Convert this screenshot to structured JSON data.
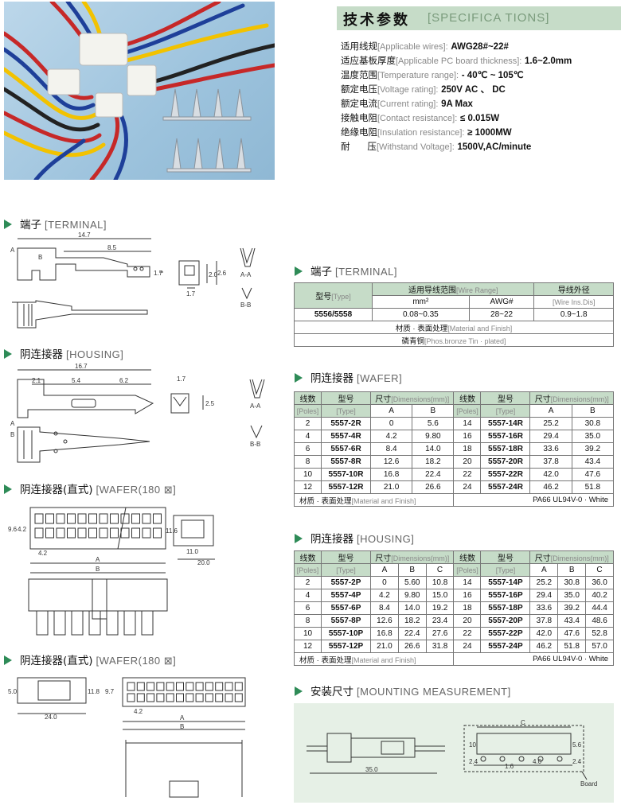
{
  "spec": {
    "title_cn": "技术参数",
    "title_en": "[SPECIFICA   TIONS]",
    "rows": [
      {
        "cn": "适用线规",
        "en": "[Applicable wires]:",
        "value": "AWG28#~22#"
      },
      {
        "cn": "适应基板厚度",
        "en": "[Applicable PC board thickness]:",
        "value": "1.6~2.0mm"
      },
      {
        "cn": "温度范围",
        "en": "[Temperature range]:",
        "value": "- 40℃ ~ 105℃"
      },
      {
        "cn": "额定电压",
        "en": "[Voltage rating]:",
        "value": "250V  AC 、 DC"
      },
      {
        "cn": "额定电流",
        "en": "[Current rating]:",
        "value": "9A Max"
      },
      {
        "cn": "接触电阻",
        "en": "[Contact resistance]:",
        "value": "≤ 0.015W"
      },
      {
        "cn": "绝缘电阻",
        "en": "[Insulation resistance]:",
        "value": "≥ 1000MW"
      },
      {
        "cn": "耐      压",
        "en": "[Withstand Voltage]:",
        "value": "1500V,AC/minute"
      }
    ]
  },
  "left_sections": {
    "terminal": {
      "cn": "端子",
      "en": "[TERMINAL]"
    },
    "housing": {
      "cn": "阴连接器",
      "en": "[HOUSING]"
    },
    "wafer_straight_1": {
      "cn": "阴连接器(直式)",
      "en": "[WAFER(180 ⊠]"
    },
    "wafer_straight_2": {
      "cn": "阴连接器(直式)",
      "en": "[WAFER(180 ⊠]"
    }
  },
  "drawing_labels": {
    "terminal": {
      "d147": "14.7",
      "d85": "8.5",
      "d17a": "1.7",
      "d20": "2.0",
      "d26": "2.6",
      "d17b": "1.7",
      "a": "A",
      "b": "B",
      "aa": "A-A",
      "bb": "B-B"
    },
    "housing": {
      "d167": "16.7",
      "d21": "2.1",
      "d54": "5.4",
      "d62": "6.2",
      "d17": "1.7",
      "d25": "2.5",
      "aa": "A-A",
      "bb": "B-B",
      "a": "A",
      "b": "B"
    },
    "wafer1": {
      "d96": "9.6",
      "d42v": "4.2",
      "d42h": "4.2",
      "d116": "11.6",
      "d110": "11.0",
      "d200": "20.0",
      "a": "A",
      "b": "B"
    },
    "wafer2": {
      "d50": "5.0",
      "d118": "11.8",
      "d97": "9.7",
      "d42": "4.2",
      "d240": "24.0",
      "a": "A",
      "b": "B"
    },
    "mounting": {
      "c": "C",
      "d10": "10",
      "d56": "5.6",
      "d24a": "2.4",
      "d16": "1.6",
      "d40": "4.0",
      "d24b": "2.4",
      "d350": "35.0",
      "board": "Board"
    }
  },
  "terminal_table": {
    "heading_cn": "端子",
    "heading_en": "[TERMINAL]",
    "type_cn": "型号",
    "type_en": "[Type]",
    "wire_range_cn": "适用导线范围",
    "wire_range_en": "[Wire Range]",
    "mm2": "mm²",
    "awg": "AWG#",
    "ins_cn": "导线外径",
    "ins_en": "[Wire Ins.Dis]",
    "row": {
      "type": "5556/5558",
      "mm2": "0.08~0.35",
      "awg": "28~22",
      "ins": "0.9~1.8"
    },
    "material_cn": "材质 · 表面处理",
    "material_en": "[Material and Finish]",
    "material_val_cn": "磷青铜",
    "material_val_en": "[Phos.bronze Tin · plated]"
  },
  "wafer_table": {
    "heading_cn": "阴连接器",
    "heading_en": "[WAFER]",
    "poles_cn": "线数",
    "poles_en": "[Poles]",
    "type_cn": "型号",
    "type_en": "[Type]",
    "dim_cn": "尺寸",
    "dim_en": "[Dimensions(mm)]",
    "col_a": "A",
    "col_b": "B",
    "rows": [
      {
        "p1": "2",
        "t1": "5557-2R",
        "a1": "0",
        "b1": "5.6",
        "p2": "14",
        "t2": "5557-14R",
        "a2": "25.2",
        "b2": "30.8"
      },
      {
        "p1": "4",
        "t1": "5557-4R",
        "a1": "4.2",
        "b1": "9.80",
        "p2": "16",
        "t2": "5557-16R",
        "a2": "29.4",
        "b2": "35.0"
      },
      {
        "p1": "6",
        "t1": "5557-6R",
        "a1": "8.4",
        "b1": "14.0",
        "p2": "18",
        "t2": "5557-18R",
        "a2": "33.6",
        "b2": "39.2"
      },
      {
        "p1": "8",
        "t1": "5557-8R",
        "a1": "12.6",
        "b1": "18.2",
        "p2": "20",
        "t2": "5557-20R",
        "a2": "37.8",
        "b2": "43.4"
      },
      {
        "p1": "10",
        "t1": "5557-10R",
        "a1": "16.8",
        "b1": "22.4",
        "p2": "22",
        "t2": "5557-22R",
        "a2": "42.0",
        "b2": "47.6"
      },
      {
        "p1": "12",
        "t1": "5557-12R",
        "a1": "21.0",
        "b1": "26.6",
        "p2": "24",
        "t2": "5557-24R",
        "a2": "46.2",
        "b2": "51.8"
      }
    ],
    "material_cn": "材质 · 表面处理",
    "material_en": "[Material and Finish]",
    "material_val": "PA66 UL94V-0 · White"
  },
  "housing_table": {
    "heading_cn": "阴连接器",
    "heading_en": "[HOUSING]",
    "poles_cn": "线数",
    "poles_en": "[Poles]",
    "type_cn": "型号",
    "type_en": "[Type]",
    "dim_cn": "尺寸",
    "dim_en": "[Dimensions(mm)]",
    "col_a": "A",
    "col_b": "B",
    "col_c": "C",
    "rows": [
      {
        "p1": "2",
        "t1": "5557-2P",
        "a1": "0",
        "b1": "5.60",
        "c1": "10.8",
        "p2": "14",
        "t2": "5557-14P",
        "a2": "25.2",
        "b2": "30.8",
        "c2": "36.0"
      },
      {
        "p1": "4",
        "t1": "5557-4P",
        "a1": "4.2",
        "b1": "9.80",
        "c1": "15.0",
        "p2": "16",
        "t2": "5557-16P",
        "a2": "29.4",
        "b2": "35.0",
        "c2": "40.2"
      },
      {
        "p1": "6",
        "t1": "5557-6P",
        "a1": "8.4",
        "b1": "14.0",
        "c1": "19.2",
        "p2": "18",
        "t2": "5557-18P",
        "a2": "33.6",
        "b2": "39.2",
        "c2": "44.4"
      },
      {
        "p1": "8",
        "t1": "5557-8P",
        "a1": "12.6",
        "b1": "18.2",
        "c1": "23.4",
        "p2": "20",
        "t2": "5557-20P",
        "a2": "37.8",
        "b2": "43.4",
        "c2": "48.6"
      },
      {
        "p1": "10",
        "t1": "5557-10P",
        "a1": "16.8",
        "b1": "22.4",
        "c1": "27.6",
        "p2": "22",
        "t2": "5557-22P",
        "a2": "42.0",
        "b2": "47.6",
        "c2": "52.8"
      },
      {
        "p1": "12",
        "t1": "5557-12P",
        "a1": "21.0",
        "b1": "26.6",
        "c1": "31.8",
        "p2": "24",
        "t2": "5557-24P",
        "a2": "46.2",
        "b2": "51.8",
        "c2": "57.0"
      }
    ],
    "material_cn": "材质 · 表面处理",
    "material_en": "[Material and Finish]",
    "material_val": "PA66 UL94V-0 · White"
  },
  "mounting": {
    "cn": "安装尺寸",
    "en": "[MOUNTING MEASUREMENT]"
  },
  "colors": {
    "accent_green": "#2e8b57",
    "header_green": "#c6dcc8",
    "mount_bg": "#e6f0e6"
  }
}
